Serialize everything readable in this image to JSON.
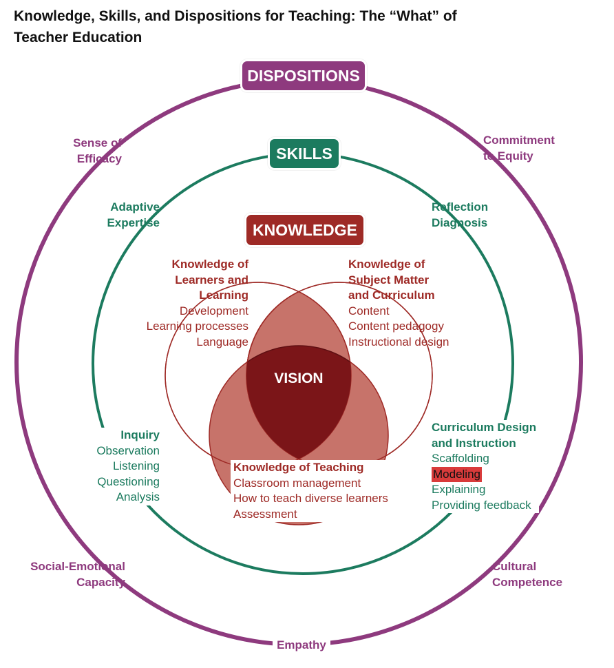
{
  "title": {
    "line1": "Knowledge, Skills, and Dispositions for Teaching: The “What” of",
    "line2": "Teacher Education"
  },
  "colors": {
    "dispositions": "#8e3a7e",
    "skills": "#1c7b5f",
    "knowledge": "#9e2a26",
    "venn_fill": "#c7736a",
    "venn_overlap": "#b25450",
    "vision_fill": "#7b1518",
    "highlight": "#d93b3b"
  },
  "dispositions": {
    "label": "DISPOSITIONS",
    "sense_of_efficacy": [
      "Sense of",
      "Efficacy"
    ],
    "commitment_to_equity": [
      "Commitment",
      "to Equity"
    ],
    "social_emotional": [
      "Social-Emotional",
      "Capacity"
    ],
    "cultural_competence": [
      "Cultural",
      "Competence"
    ],
    "empathy": "Empathy"
  },
  "skills": {
    "label": "SKILLS",
    "adaptive_expertise": [
      "Adaptive",
      "Expertise"
    ],
    "reflection": [
      "Reflection",
      "Diagnosis"
    ],
    "inquiry": {
      "heading": "Inquiry",
      "items": [
        "Observation",
        "Listening",
        "Questioning",
        "Analysis"
      ]
    },
    "curriculum": {
      "heading": [
        "Curriculum Design",
        "and Instruction"
      ],
      "items": [
        "Scaffolding",
        "Modeling",
        "Explaining",
        "Providing feedback"
      ]
    }
  },
  "knowledge": {
    "label": "KNOWLEDGE",
    "learners": {
      "heading": [
        "Knowledge of",
        "Learners and",
        "Learning"
      ],
      "items": [
        "Development",
        "Learning processes",
        "Language"
      ]
    },
    "subject": {
      "heading": [
        "Knowledge of",
        "Subject Matter",
        "and Curriculum"
      ],
      "items": [
        "Content",
        "Content pedagogy",
        "Instructional design"
      ]
    },
    "teaching": {
      "heading": "Knowledge of Teaching",
      "items": [
        "Classroom management",
        "How to teach diverse learners",
        "Assessment"
      ]
    }
  },
  "vision": "VISION"
}
